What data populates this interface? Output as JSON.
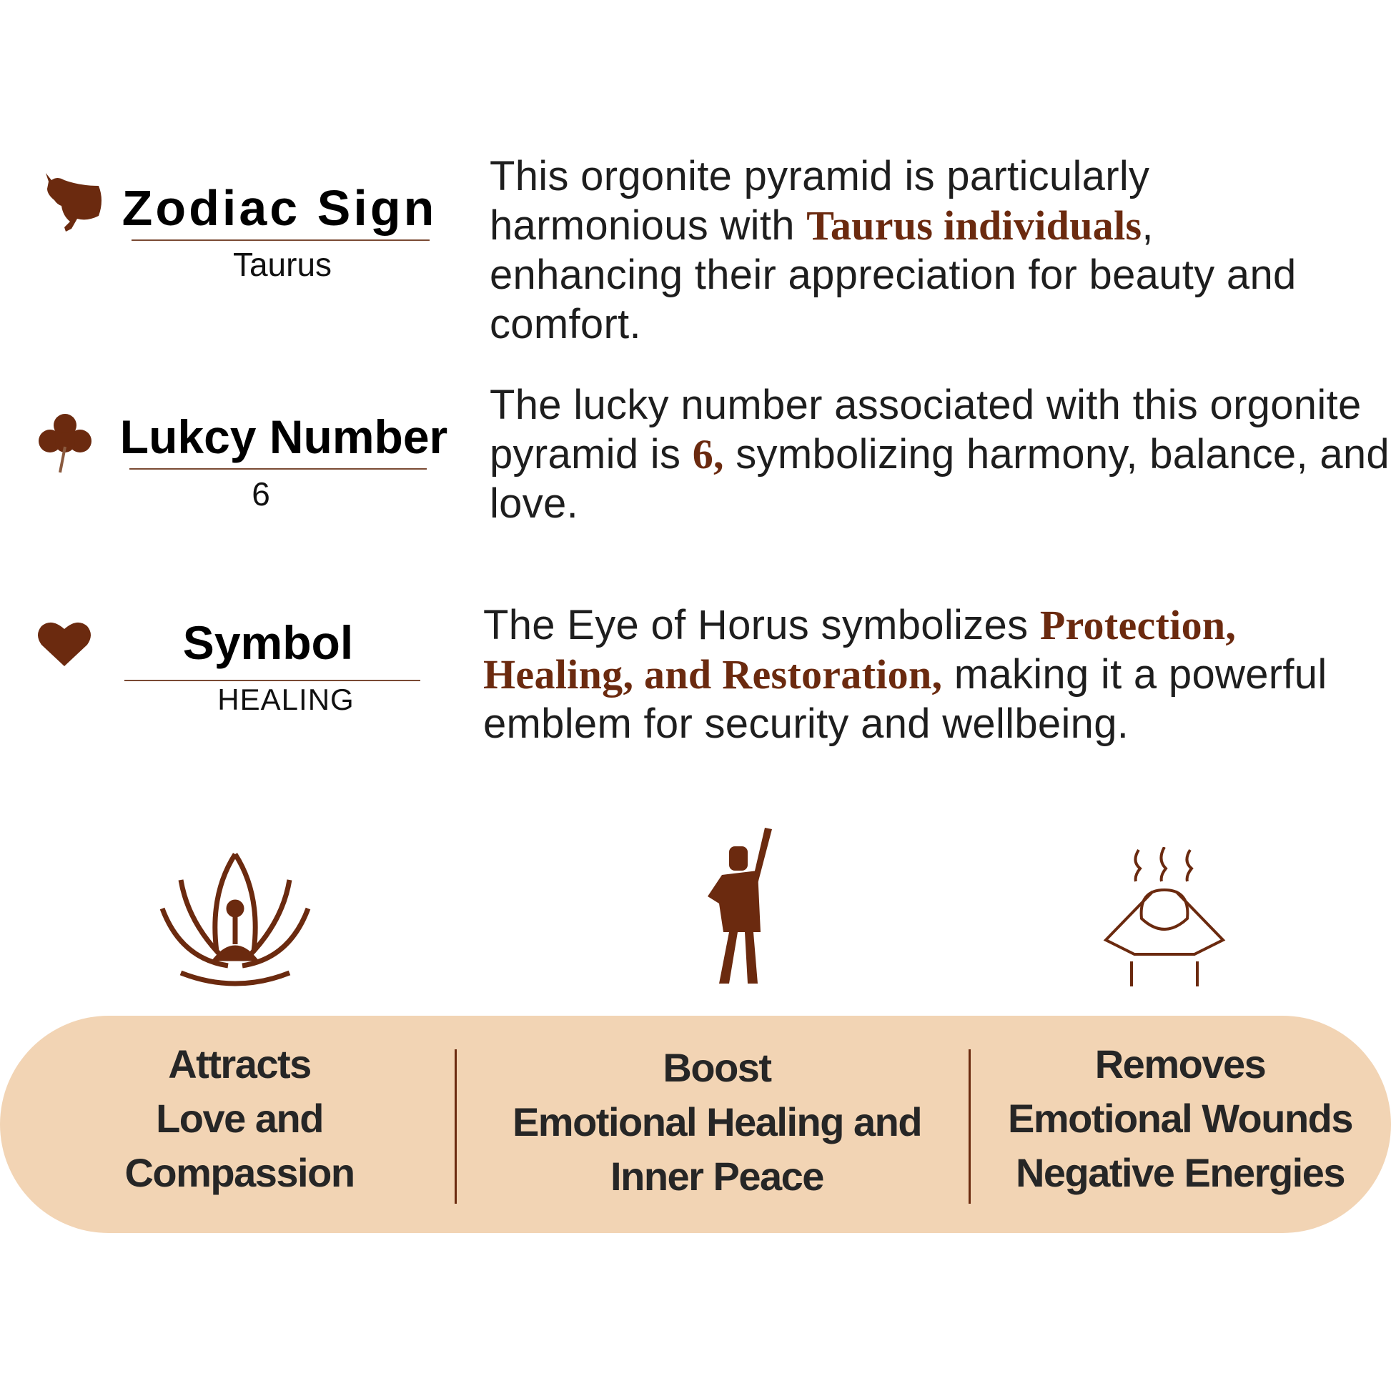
{
  "colors": {
    "accent": "#6b2a0f",
    "pill": "#f2d4b4"
  },
  "zodiac": {
    "icon": "bull-icon",
    "title": "Zodiac Sign",
    "value": "Taurus",
    "text_before": "This orgonite pyramid is particularly harmonious with ",
    "highlight": "Taurus individuals",
    "text_after": ", enhancing their appreciation for beauty and comfort."
  },
  "lucky": {
    "icon": "clover-icon",
    "title": "Lukcy Number",
    "value": "6",
    "text_before": "The lucky number associated with this orgonite pyramid is ",
    "highlight": "6,",
    "text_after": " symbolizing harmony, balance, and love."
  },
  "symbol": {
    "icon": "heart-icon",
    "title": "Symbol",
    "value": "HEALING",
    "text_before": "The Eye of Horus symbolizes ",
    "highlight": "Protection, Healing, and Restoration,",
    "text_after": " making it a powerful emblem for security and wellbeing."
  },
  "benefits": [
    {
      "icon": "lotus-meditation-icon",
      "lines": [
        "Attracts",
        "Love and",
        "Compassion"
      ]
    },
    {
      "icon": "raised-fist-man-icon",
      "lines": [
        "Boost",
        "Emotional Healing and",
        "Inner Peace"
      ]
    },
    {
      "icon": "stress-relief-head-icon",
      "lines": [
        "Removes",
        "Emotional Wounds",
        "Negative Energies"
      ]
    }
  ]
}
